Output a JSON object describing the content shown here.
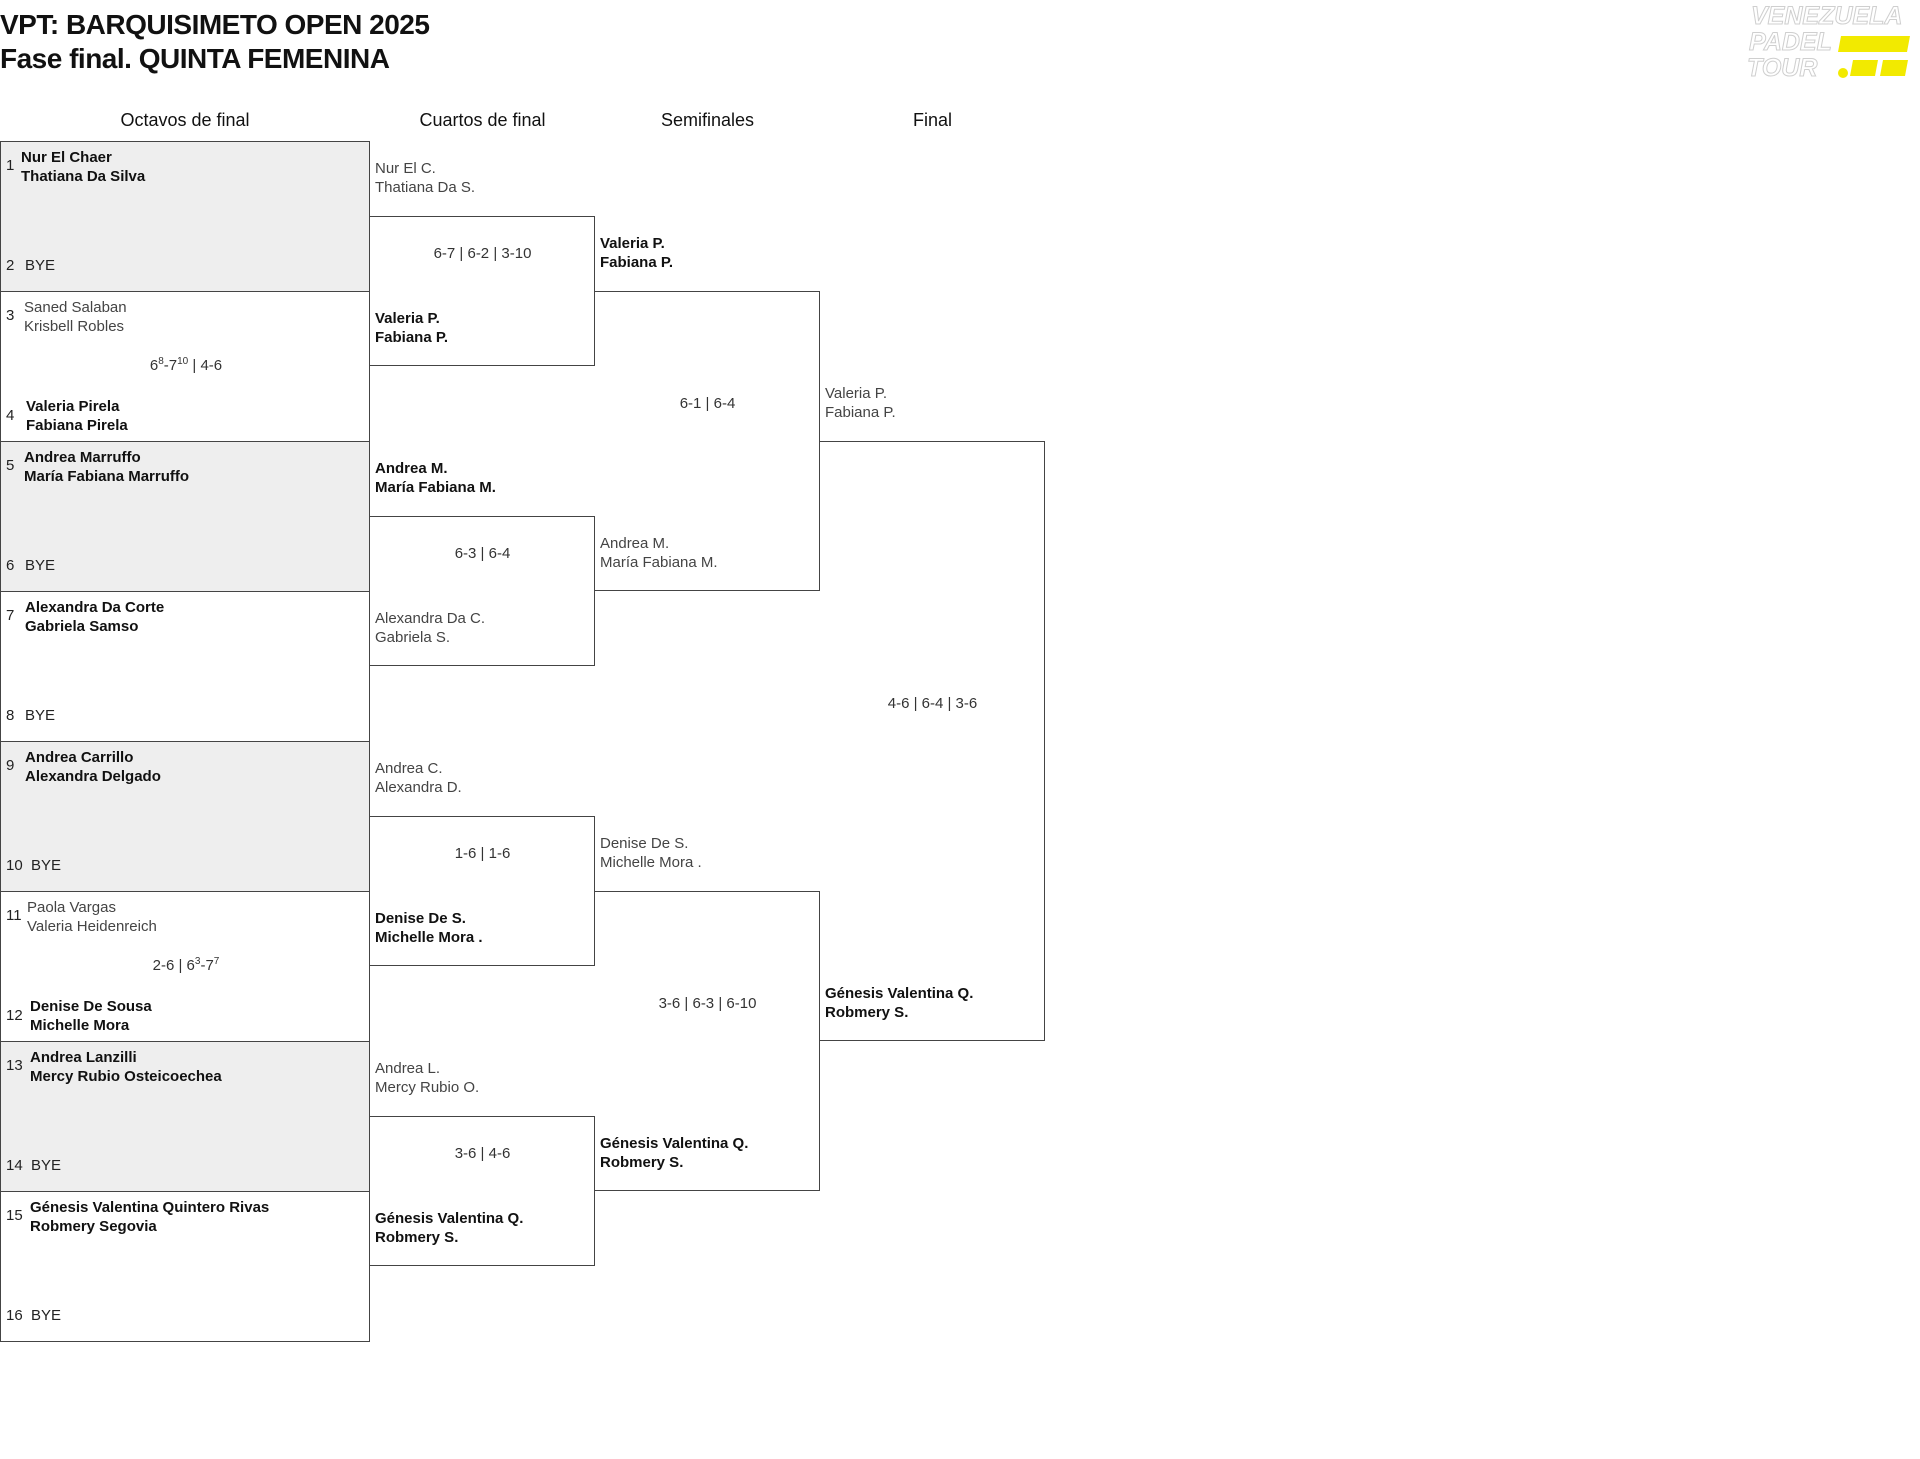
{
  "header": {
    "title": "VPT: BARQUISIMETO OPEN 2025",
    "subtitle": "Fase final. QUINTA FEMENINA",
    "logo_lines": [
      "VENEZUELA",
      "PADEL",
      "TOUR"
    ]
  },
  "colors": {
    "accent": "#f2ea00",
    "shade": "#eeeeee",
    "line": "#444444"
  },
  "rounds": [
    "Octavos de final",
    "Cuartos de final",
    "Semifinales",
    "Final"
  ],
  "octavos": [
    {
      "seed": "1",
      "p1": "Nur El Chaer",
      "p2": "Thatiana Da Silva"
    },
    {
      "seed": "2",
      "bye": "BYE"
    },
    {
      "seed": "3",
      "p1": "Saned Salaban",
      "p2": "Krisbell Robles"
    },
    {
      "seed": "4",
      "p1": "Valeria Pirela",
      "p2": "Fabiana Pirela"
    },
    {
      "seed": "5",
      "p1": "Andrea Marruffo",
      "p2": "María Fabiana Marruffo"
    },
    {
      "seed": "6",
      "bye": "BYE"
    },
    {
      "seed": "7",
      "p1": "Alexandra Da Corte",
      "p2": "Gabriela Samso"
    },
    {
      "seed": "8",
      "bye": "BYE"
    },
    {
      "seed": "9",
      "p1": "Andrea Carrillo",
      "p2": "Alexandra Delgado"
    },
    {
      "seed": "10",
      "bye": "BYE"
    },
    {
      "seed": "11",
      "p1": "Paola Vargas",
      "p2": "Valeria Heidenreich"
    },
    {
      "seed": "12",
      "p1": "Denise De Sousa",
      "p2": "Michelle Mora"
    },
    {
      "seed": "13",
      "p1": "Andrea Lanzilli",
      "p2": "Mercy Rubio Osteicoechea"
    },
    {
      "seed": "14",
      "bye": "BYE"
    },
    {
      "seed": "15",
      "p1": "Génesis Valentina Quintero Rivas",
      "p2": "Robmery Segovia"
    },
    {
      "seed": "16",
      "bye": "BYE"
    }
  ],
  "octavos_scores": {
    "m2": {
      "a": "6",
      "a_sup": "8",
      "sep": "-",
      "b": "7",
      "b_sup": "10",
      "rest": " | 4-6"
    },
    "m6": {
      "a": "2-6 | 6",
      "a_sup": "3",
      "sep": "-",
      "b": "7",
      "b_sup": "7",
      "rest": ""
    }
  },
  "cuartos_teams": [
    {
      "p1": "Nur El C.",
      "p2": "Thatiana Da S."
    },
    {
      "p1": "Valeria P.",
      "p2": "Fabiana P."
    },
    {
      "p1": "Andrea M.",
      "p2": "María Fabiana M."
    },
    {
      "p1": "Alexandra Da C.",
      "p2": "Gabriela S."
    },
    {
      "p1": "Andrea C.",
      "p2": "Alexandra D."
    },
    {
      "p1": "Denise De S.",
      "p2": "Michelle Mora ."
    },
    {
      "p1": "Andrea L.",
      "p2": "Mercy Rubio O."
    },
    {
      "p1": "Génesis Valentina Q.",
      "p2": "Robmery S."
    }
  ],
  "cuartos_scores": [
    "6-7 | 6-2 | 3-10",
    "6-3 | 6-4",
    "1-6 | 1-6",
    "3-6 | 4-6"
  ],
  "semis_teams": [
    {
      "p1": "Valeria P.",
      "p2": "Fabiana P."
    },
    {
      "p1": "Andrea M.",
      "p2": "María Fabiana M."
    },
    {
      "p1": "Denise De S.",
      "p2": "Michelle Mora ."
    },
    {
      "p1": "Génesis Valentina Q.",
      "p2": "Robmery S."
    }
  ],
  "semis_scores": [
    "6-1 | 6-4",
    "3-6 | 6-3 | 6-10"
  ],
  "final_teams": [
    {
      "p1": "Valeria P.",
      "p2": "Fabiana P."
    },
    {
      "p1": "Génesis Valentina Q.",
      "p2": "Robmery S."
    }
  ],
  "final_score": "4-6 | 6-4 | 3-6"
}
